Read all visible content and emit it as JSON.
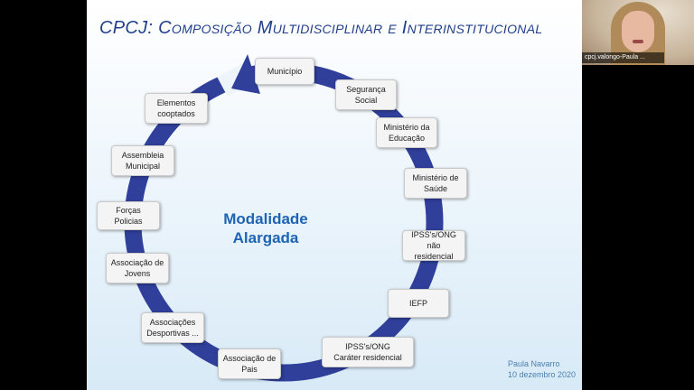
{
  "slide": {
    "title": "CPCJ: Composição Multidisciplinar e Interinstitucional",
    "center_label": "Modalidade\nAlargada",
    "author": "Paula Navarro\n10 dezembro 2020",
    "items": [
      "Município",
      "Segurança\nSocial",
      "Ministério da\nEducação",
      "Ministério de\nSaúde",
      "IPSS's/ONG\nnão residencial",
      "IEFP",
      "IPSS's/ONG\nCaráter residencial",
      "Associação de\nPais",
      "Associações\nDesportivas ...",
      "Associação de\nJovens",
      "Forças Policias",
      "Assembleia\nMunicipal",
      "Elementos\ncooptados"
    ],
    "ring_color": "#2f3f9a"
  },
  "webcam": {
    "participant_name": "cpcj.valongo-Paula ..."
  }
}
